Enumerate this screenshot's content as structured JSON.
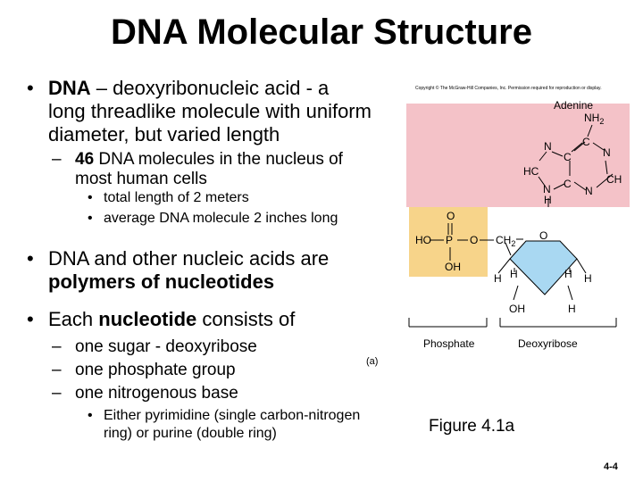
{
  "title": "DNA Molecular Structure",
  "bullets": {
    "b1": {
      "bold": "DNA",
      "rest": " – deoxyribonucleic acid - a",
      "line2": "long threadlike molecule with uniform",
      "line3": "diameter, but varied length"
    },
    "b1_sub": {
      "dash": "–",
      "bold": "46",
      "rest": " DNA molecules in the nucleus of",
      "line2": "most human cells"
    },
    "b1_subsub": [
      "total length of 2 meters",
      "average DNA molecule 2 inches long"
    ],
    "b2": {
      "line1": "DNA and other nucleic acids are",
      "line2_bold": "polymers of nucleotides"
    },
    "b3": {
      "pre": "Each ",
      "bold": "nucleotide",
      "post": " consists of"
    },
    "b3_subs": [
      "one sugar - deoxyribose",
      "one phosphate group",
      "one nitrogenous base"
    ],
    "b3_subsub": {
      "line1": "Either pyrimidine (single carbon-nitrogen",
      "line2": "ring) or purine (double ring)"
    },
    "bullet_char": "•",
    "dash_char": "–"
  },
  "figure": {
    "copyright": "Copyright © The McGraw-Hill Companies, Inc. Permission required for reproduction or display.",
    "adenine_label": "Adenine",
    "nh2": "NH",
    "nh2_sub": "2",
    "atoms": {
      "N": "N",
      "C": "C",
      "HC": "HC",
      "CH": "CH",
      "H": "H",
      "O": "O",
      "HO": "HO",
      "P": "P",
      "OH": "OH",
      "CH2": "CH",
      "CH2_sub": "2"
    },
    "phosphate_label": "Phosphate",
    "deoxyribose_label": "Deoxyribose",
    "panel_label": "(a)",
    "caption": "Figure 4.1a"
  },
  "slide_number": "4-4",
  "colors": {
    "adenine_bg": "#f4c2c8",
    "phosphate_bg": "#f7d48a",
    "sugar_fill": "#a9d8f2"
  }
}
